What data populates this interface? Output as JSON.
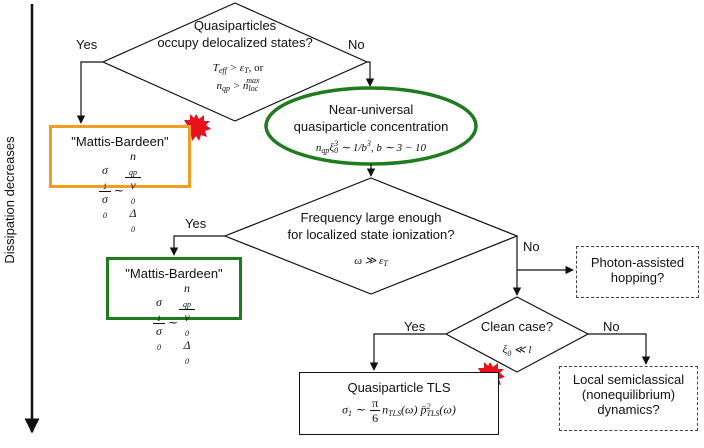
{
  "axis_label": "Dissipation decreases",
  "decision_top": {
    "line1": "Quasiparticles",
    "line2": "occupy delocalized states?",
    "cond1": "T_eff > ε_T,  or",
    "cond2": "n_qp > n_loc^max"
  },
  "yes1": "Yes",
  "no1": "No",
  "mb_orange": {
    "title": "\"Mattis-Bardeen\"",
    "formula": "σ1/σ0 ~ n_qp/(ν0Δ0)"
  },
  "universal": {
    "line1": "Near-universal",
    "line2": "quasiparticle concentration",
    "formula": "n_qp ξ0³ ~ 1/b³,  b ~ 3 − 10"
  },
  "decision_freq": {
    "line1": "Frequency large enough",
    "line2": "for localized state ionization?",
    "cond": "ω ≫ ε_T"
  },
  "yes2": "Yes",
  "no2": "No",
  "mb_green": {
    "title": "\"Mattis-Bardeen\"",
    "formula": "σ1/σ0 ~ n_qp/(ν0Δ0)"
  },
  "photon": {
    "line1": "Photon-assisted",
    "line2": "hopping?"
  },
  "decision_clean": {
    "line1": "Clean case?",
    "cond": "ξ0 ≪ l"
  },
  "yes3": "Yes",
  "no3": "No",
  "tls": {
    "title": "Quasiparticle TLS",
    "formula": "σ1 ~ (π/6) n_TLS(ω) p̄²_TLS(ω)"
  },
  "semiclassical": {
    "line1": "Local semiclassical",
    "line2": "(nonequilibrium)",
    "line3": "dynamics?"
  },
  "colors": {
    "orange": "#f39c1f",
    "green": "#1e7b1e",
    "star": "#e8101a",
    "line": "#111111"
  }
}
